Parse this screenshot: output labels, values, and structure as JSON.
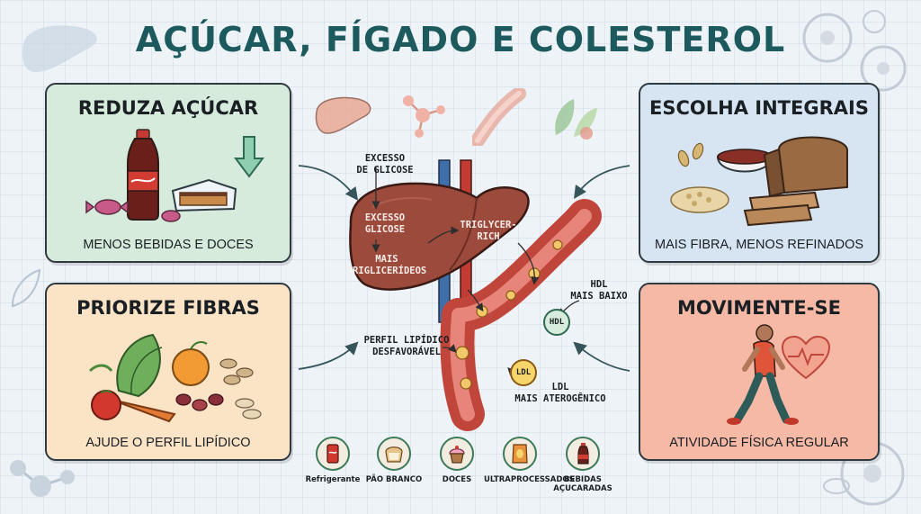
{
  "title": "AÇÚCAR, FÍGADO E COLESTEROL",
  "cards": {
    "reduce_sugar": {
      "title": "REDUZA AÇÚCAR",
      "caption": "MENOS BEBIDAS E DOCES"
    },
    "whole_grains": {
      "title": "ESCOLHA INTEGRAIS",
      "caption": "MAIS FIBRA, MENOS REFINADOS"
    },
    "fiber": {
      "title": "PRIORIZE FIBRAS",
      "caption": "AJUDE O PERFIL LIPÍDICO"
    },
    "move": {
      "title": "MOVIMENTE-SE",
      "caption": "ATIVIDADE FÍSICA REGULAR"
    }
  },
  "center": {
    "excess_glucose_top": [
      "EXCESSO",
      "DE GLICOSE"
    ],
    "excess_glucose_liver": [
      "EXCESSO",
      "GLICOSE"
    ],
    "more_triglycerides": [
      "MAIS",
      "TRIGLICERÍDEOS"
    ],
    "trigly_rich": [
      "TRIGLYCER-",
      "RICH"
    ],
    "hdl_lower": [
      "HDL",
      "MAIS BAIXO"
    ],
    "hdl_badge": "HDL",
    "profile": [
      "PERFIL LIPÍDICO",
      "DESFAVORÁVEL"
    ],
    "ldl_badge": "LDL",
    "ldl_more": [
      "LDL",
      "MAIS ATEROGÊNICO"
    ]
  },
  "bottom_icons": [
    {
      "label": [
        "Refrigerante"
      ],
      "icon": "soda-can-icon"
    },
    {
      "label": [
        "PÃO BRANCO"
      ],
      "icon": "white-bread-icon"
    },
    {
      "label": [
        "DOCES"
      ],
      "icon": "cupcake-icon"
    },
    {
      "label": [
        "ULTRAPROCESSADOS"
      ],
      "icon": "chips-bag-icon"
    },
    {
      "label": [
        "BEBIDAS",
        "AÇUCARADAS"
      ],
      "icon": "soda-bottle-icon"
    }
  ],
  "colors": {
    "title": "#1d5a5e",
    "liver": "#9b4a3c",
    "vessel": "#c0463c",
    "card_green": "#d6ebdc",
    "card_blue": "#d7e4f1",
    "card_peach": "#fbe3c6",
    "card_red": "#f5b9a6"
  }
}
